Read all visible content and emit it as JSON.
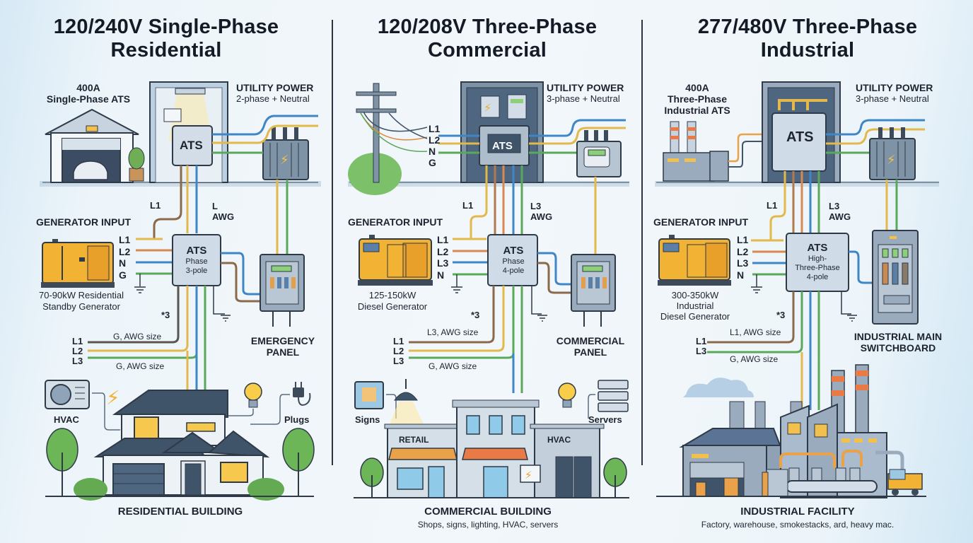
{
  "panels": [
    {
      "id": "residential",
      "title_line1": "120/240V Single-Phase",
      "title_line2": "Residential",
      "ats_rating_line1": "400A",
      "ats_rating_line2": "Single-Phase ATS",
      "utility_title": "UTILITY POWER",
      "utility_sub": "2-phase + Neutral",
      "main_ats_label": "ATS",
      "upper_wire_label": "L1",
      "upper_wire_label2_line1": "L",
      "upper_wire_label2_line2": "AWG",
      "generator_input_label": "GENERATOR INPUT",
      "gen_terminals": [
        "L1",
        "L2",
        "N",
        "G"
      ],
      "generator_line1": "70-90kW Residential",
      "generator_line2": "Standby Generator",
      "switch_ats_title": "ATS",
      "switch_ats_line1": "Phase",
      "switch_ats_line2": "3-pole",
      "multiplier": "*3",
      "output_label_top": "G, AWG size",
      "output_terminals": [
        "L1",
        "L2",
        "L3"
      ],
      "output_label_bottom": "G, AWG size",
      "panel_line1": "EMERGENCY",
      "panel_line2": "PANEL",
      "loads": [
        "HVAC",
        "Plugs"
      ],
      "building_title": "RESIDENTIAL BUILDING",
      "building_sub": ""
    },
    {
      "id": "commercial",
      "title_line1": "120/208V Three-Phase",
      "title_line2": "Commercial",
      "utility_title": "UTILITY POWER",
      "utility_sub": "3-phase + Neutral",
      "pole_lines": [
        "L1",
        "L2",
        "N",
        "G"
      ],
      "main_ats_label": "ATS",
      "upper_wire_label": "L1",
      "upper_wire_label2_line1": "L3",
      "upper_wire_label2_line2": "AWG",
      "generator_input_label": "GENERATOR INPUT",
      "gen_terminals": [
        "L1",
        "L2",
        "L3",
        "N"
      ],
      "generator_line1": "125-150kW",
      "generator_line2": "Diesel Generator",
      "switch_ats_title": "ATS",
      "switch_ats_line1": "Phase",
      "switch_ats_line2": "4-pole",
      "multiplier": "*3",
      "output_label_top": "L3, AWG size",
      "output_terminals": [
        "L1",
        "L2",
        "L3"
      ],
      "output_label_bottom": "G, AWG size",
      "panel_line1": "COMMERCIAL",
      "panel_line2": "PANEL",
      "loads": [
        "Signs",
        "Servers"
      ],
      "storefront_labels": [
        "RETAIL",
        "HVAC"
      ],
      "building_title": "COMMERCIAL BUILDING",
      "building_sub": "Shops, signs, lighting, HVAC, servers"
    },
    {
      "id": "industrial",
      "title_line1": "277/480V Three-Phase",
      "title_line2": "Industrial",
      "ats_rating_line1": "400A",
      "ats_rating_line2": "Three-Phase",
      "ats_rating_line3": "Industrial ATS",
      "utility_title": "UTILITY POWER",
      "utility_sub": "3-phase + Neutral",
      "main_ats_label": "ATS",
      "upper_wire_label": "L1",
      "upper_wire_label2_line1": "L3",
      "upper_wire_label2_line2": "AWG",
      "generator_input_label": "GENERATOR INPUT",
      "gen_terminals": [
        "L1",
        "L2",
        "L3",
        "N"
      ],
      "generator_line1": "300-350kW",
      "generator_line2": "Industrial",
      "generator_line3": "Diesel Generator",
      "switch_ats_title": "ATS",
      "switch_ats_line1": "High-",
      "switch_ats_line2": "Three-Phase",
      "switch_ats_line3": "4-pole",
      "multiplier": "*3",
      "output_label_top": "L1, AWG size",
      "output_terminals": [
        "L1",
        "L3"
      ],
      "output_label_bottom": "G, AWG size",
      "panel_line1": "INDUSTRIAL MAIN",
      "panel_line2": "SWITCHBOARD",
      "building_title": "INDUSTRIAL FACILITY",
      "building_sub": "Factory, warehouse, smokestacks, ard, heavy mac."
    }
  ],
  "colors": {
    "wire_brown": "#8a6a4a",
    "wire_yellow": "#e2b94a",
    "wire_blue": "#3f86c6",
    "wire_green": "#5aa85a",
    "wire_orange": "#e08a3c",
    "generator": "#f2b233",
    "ats_box": "#c9d6e2",
    "outline": "#2f3a48"
  }
}
